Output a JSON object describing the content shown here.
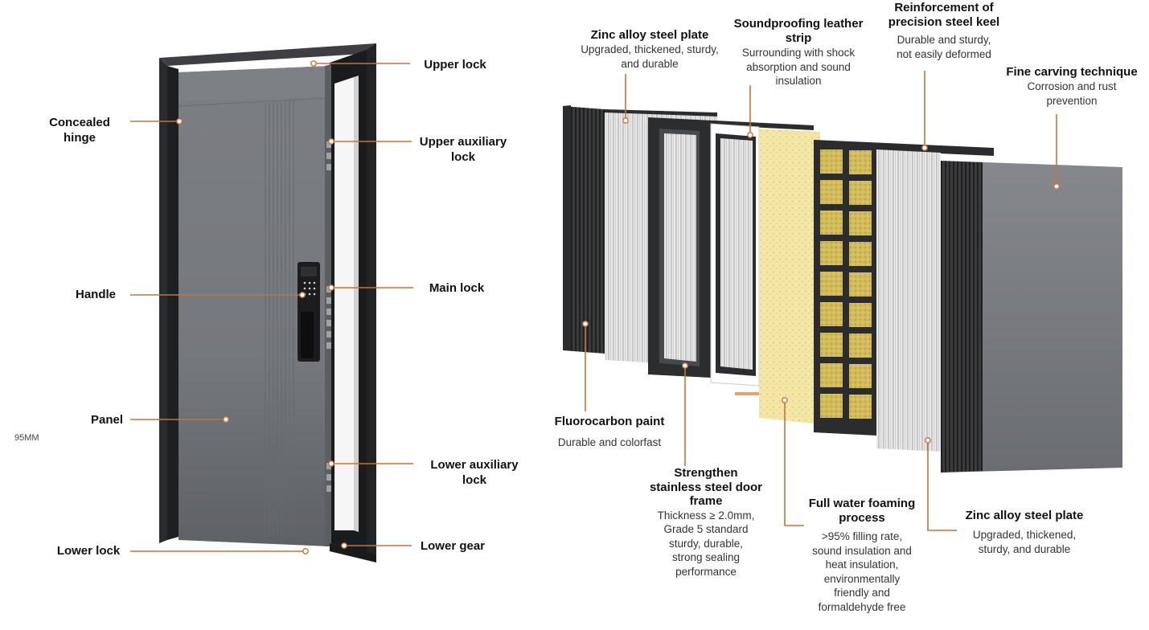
{
  "side_text": "95MM",
  "colors": {
    "leader": "#c8733a",
    "door": "#74777c",
    "frame": "#2b2c2e",
    "foam": "#f3e6a6"
  },
  "left_labels": [
    {
      "id": "upper-lock",
      "title": "Upper lock"
    },
    {
      "id": "concealed-hinge",
      "title": "Concealed\nhinge"
    },
    {
      "id": "upper-auxiliary-lock",
      "title": "Upper auxiliary\nlock"
    },
    {
      "id": "handle",
      "title": "Handle"
    },
    {
      "id": "main-lock",
      "title": "Main lock"
    },
    {
      "id": "panel",
      "title": "Panel"
    },
    {
      "id": "lower-auxiliary-lock",
      "title": "Lower auxiliary\nlock"
    },
    {
      "id": "lower-lock",
      "title": "Lower lock"
    },
    {
      "id": "lower-gear",
      "title": "Lower gear"
    }
  ],
  "layer_labels": [
    {
      "id": "zinc-alloy-top",
      "title": "Zinc alloy steel plate",
      "desc": "Upgraded, thickened, sturdy,\nand durable"
    },
    {
      "id": "soundproofing-strip",
      "title": "Soundproofing leather\nstrip",
      "desc": "Surrounding with shock\nabsorption and sound\ninsulation"
    },
    {
      "id": "steel-keel",
      "title": "Reinforcement of\nprecision steel keel",
      "desc": "Durable and sturdy,\nnot easily deformed"
    },
    {
      "id": "fine-carving",
      "title": "Fine carving technique",
      "desc": "Corrosion and rust\nprevention"
    },
    {
      "id": "fluorocarbon-paint",
      "title": "Fluorocarbon paint",
      "desc": "Durable and colorfast"
    },
    {
      "id": "door-frame",
      "title": "Strengthen\nstainless steel door\nframe",
      "desc": "Thickness ≥ 2.0mm,\nGrade 5 standard\nsturdy, durable,\nstrong sealing\nperformance"
    },
    {
      "id": "water-foaming",
      "title": "Full water foaming\nprocess",
      "desc": ">95% filling rate,\nsound insulation and\nheat insulation,\nenvironmentally\nfriendly and\nformaldehyde free"
    },
    {
      "id": "zinc-alloy-bottom",
      "title": "Zinc alloy steel plate",
      "desc": "Upgraded, thickened,\nsturdy, and durable"
    }
  ]
}
